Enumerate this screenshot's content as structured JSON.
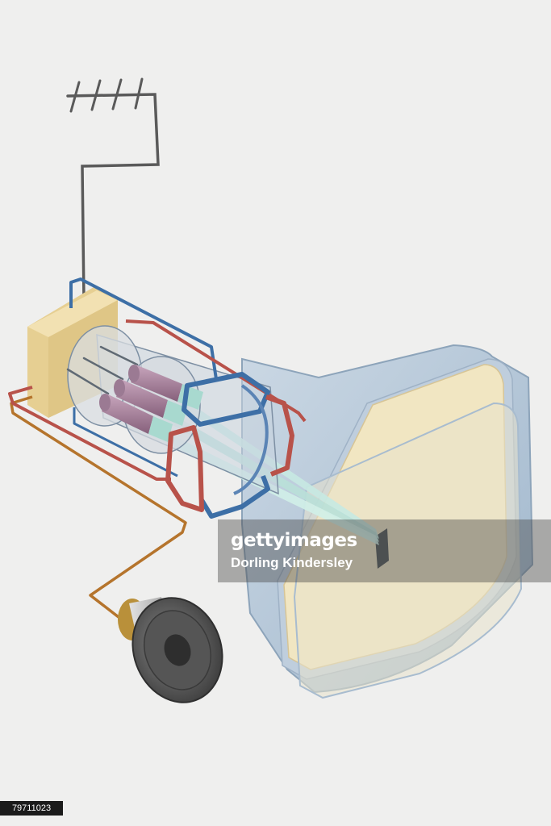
{
  "watermark": {
    "logo_text": "gettyimages",
    "credit": "Dorling Kindersley"
  },
  "image_id": "79711023",
  "colors": {
    "background": "#efefee",
    "tube_glass": "#b9cbdc",
    "screen_phosphor": "#f1e6c2",
    "deflection_coil_blue": "#3d6fa6",
    "deflection_coil_red": "#b8524a",
    "electron_guns": "#a67f99",
    "electron_beam": "#bfe3dc",
    "circuit_box": "#ecd79f",
    "antenna_wire": "#555555",
    "speaker_wire": "#b5742c"
  }
}
